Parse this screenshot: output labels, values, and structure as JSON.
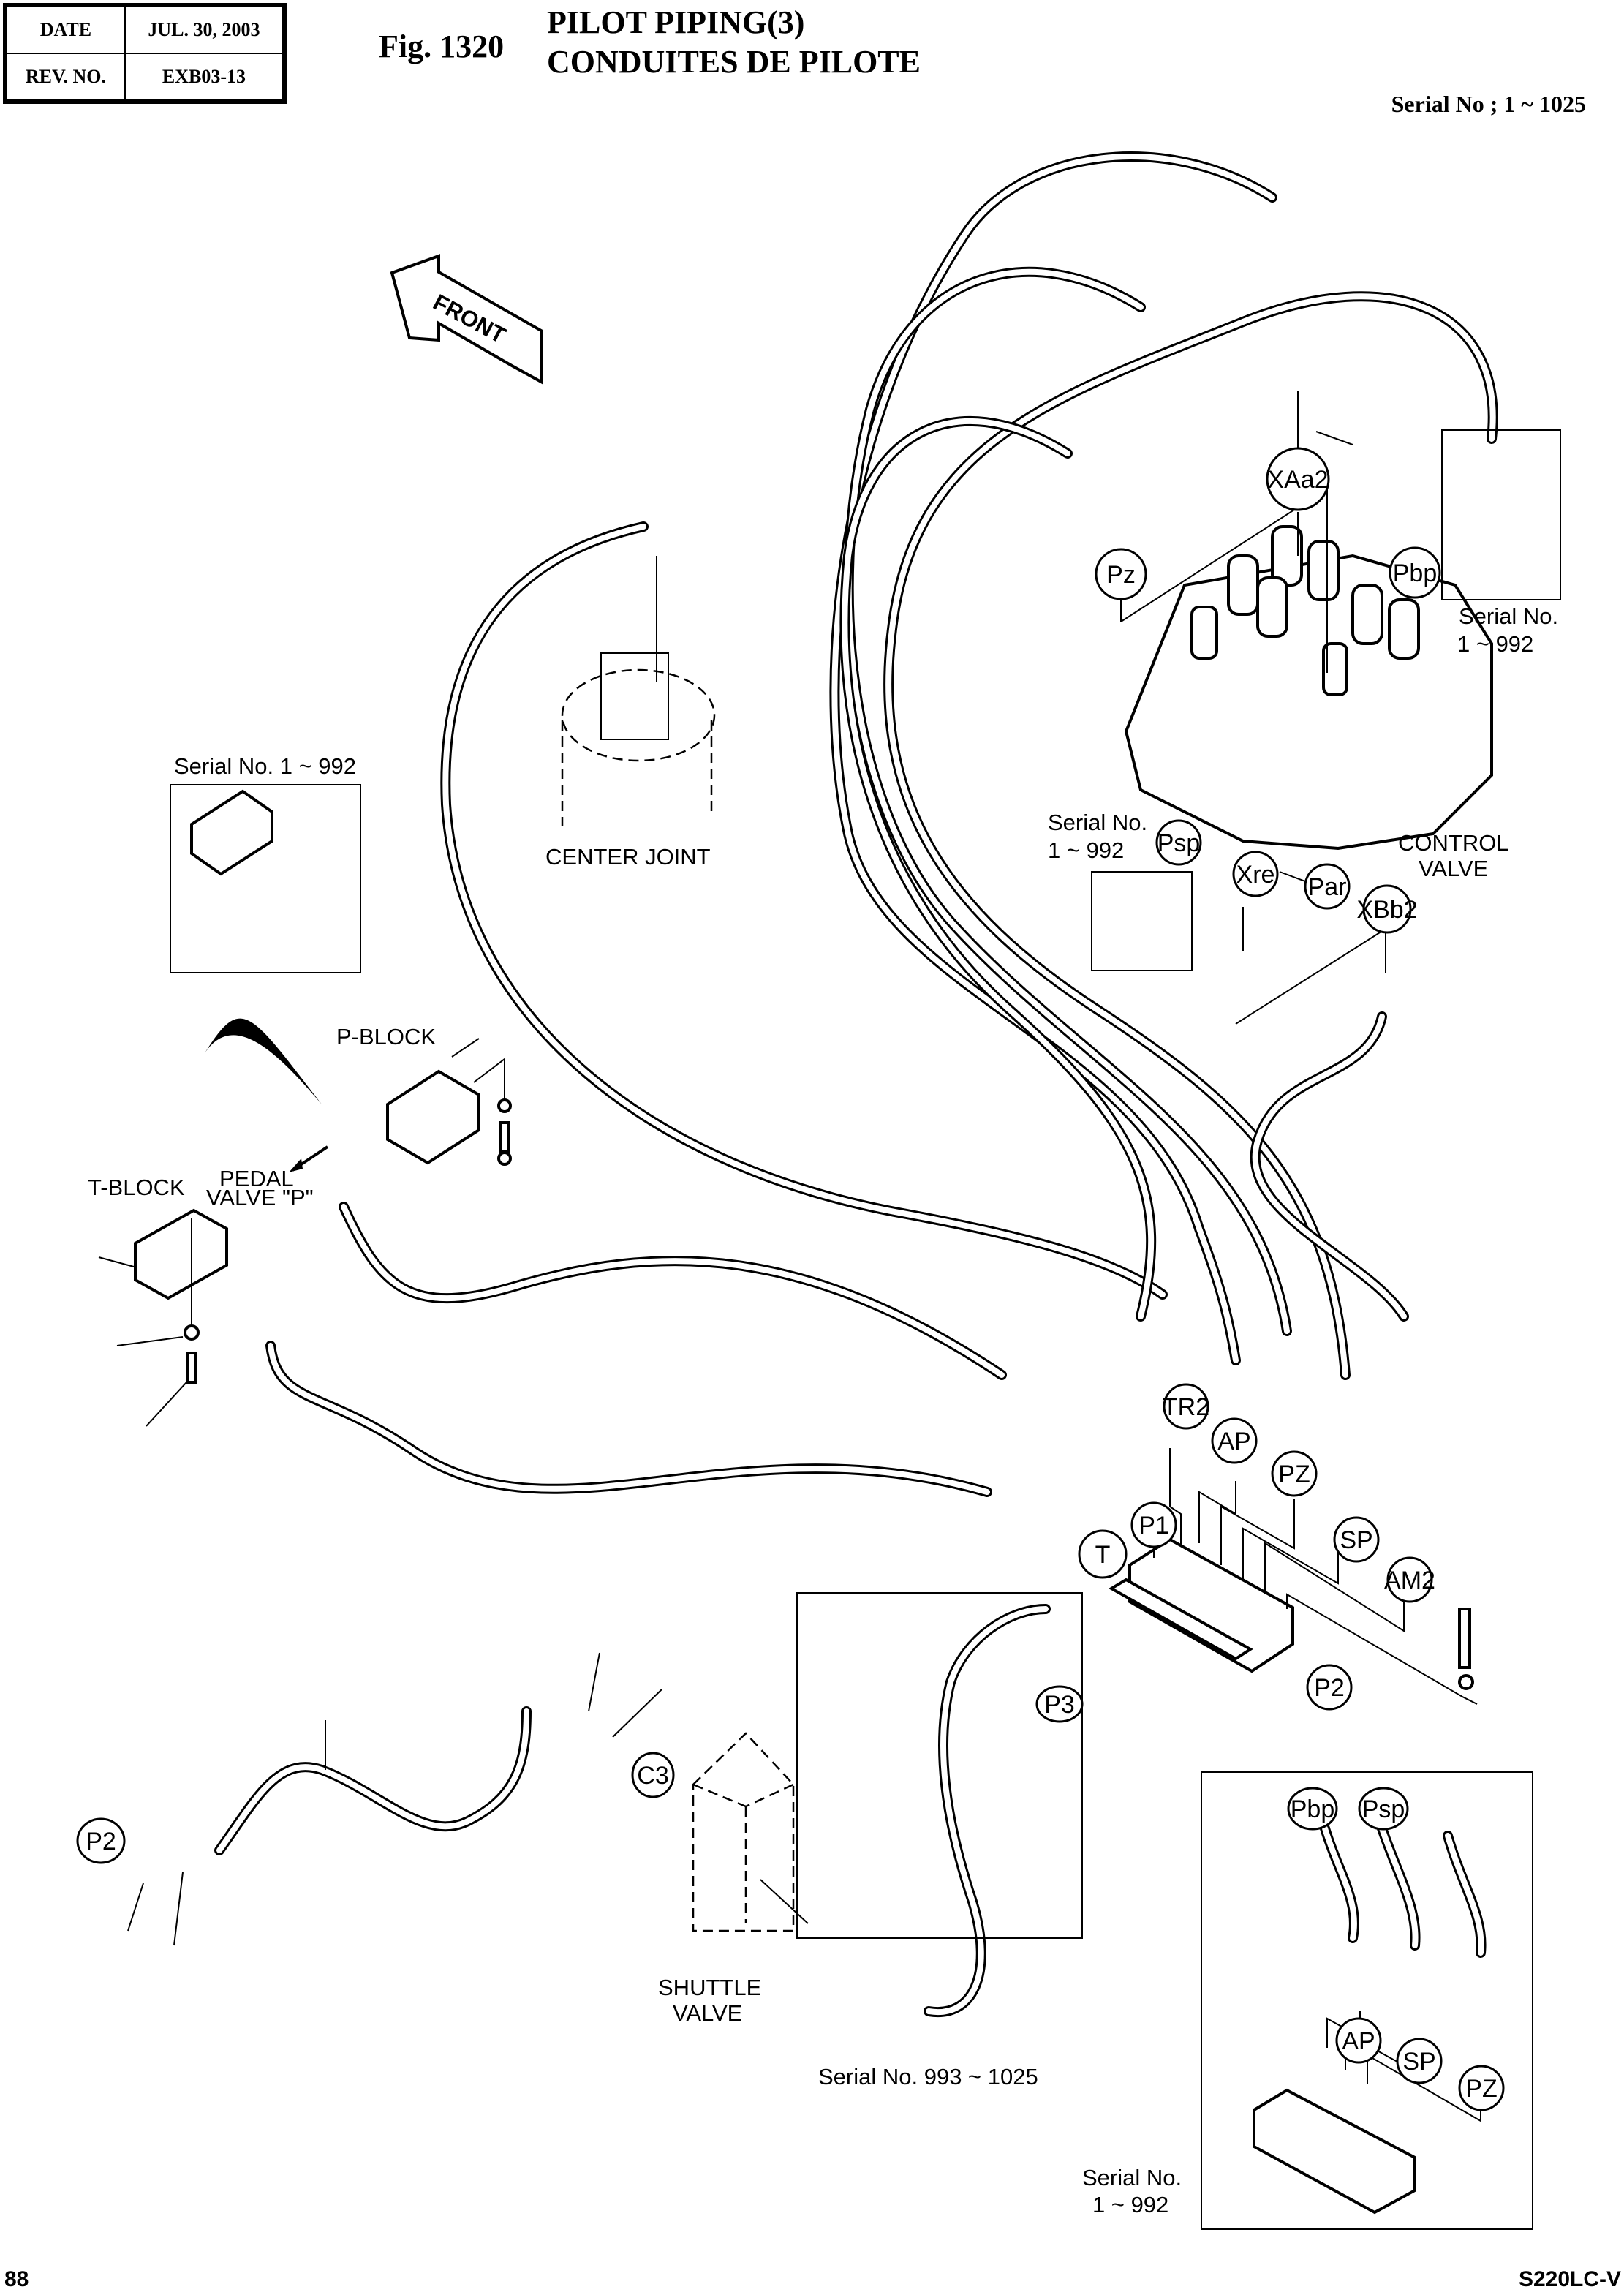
{
  "header": {
    "date_label": "DATE",
    "date_value": "JUL. 30, 2003",
    "rev_label": "REV. NO.",
    "rev_value": "EXB03-13",
    "fig_number": "Fig. 1320",
    "title_en": "PILOT PIPING(3)",
    "title_fr": "CONDUITES DE PILOTE",
    "serial_range": "Serial No ; 1 ~ 1025"
  },
  "footer": {
    "page_number": "88",
    "model": "S220LC-V"
  },
  "components": {
    "front_arrow": "FRONT",
    "center_joint": "CENTER JOINT",
    "control_valve_line1": "CONTROL",
    "control_valve_line2": "VALVE",
    "p_block": "P-BLOCK",
    "t_block": "T-BLOCK",
    "pedal_valve_line1": "PEDAL",
    "pedal_valve_line2": "VALVE \"P\"",
    "shuttle_valve_line1": "SHUTTLE",
    "shuttle_valve_line2": "VALVE"
  },
  "serial_notes": {
    "pblock_inset": "Serial No. 1 ~ 992",
    "pbp_inset_line1": "Serial No.",
    "pbp_inset_line2": "1 ~ 992",
    "psp_inset_line1": "Serial No.",
    "psp_inset_line2": "1 ~ 992",
    "p3_inset": "Serial No. 993 ~ 1025",
    "manifold_inset_line1": "Serial No.",
    "manifold_inset_line2": "1 ~ 992"
  },
  "port_labels": {
    "xaa2": "XAa2",
    "pz_valve": "Pz",
    "pbp": "Pbp",
    "psp": "Psp",
    "xre": "Xre",
    "par": "Par",
    "xbb2": "XBb2",
    "tr2": "TR2",
    "ap": "AP",
    "pz_manifold": "PZ",
    "p1": "P1",
    "t": "T",
    "sp": "SP",
    "am2": "AM2",
    "p2_manifold": "P2",
    "p3": "P3",
    "c3": "C3",
    "p2_left": "P2",
    "inset_pbp": "Pbp",
    "inset_psp": "Psp",
    "inset_ap": "AP",
    "inset_sp": "SP",
    "inset_pz": "PZ"
  }
}
